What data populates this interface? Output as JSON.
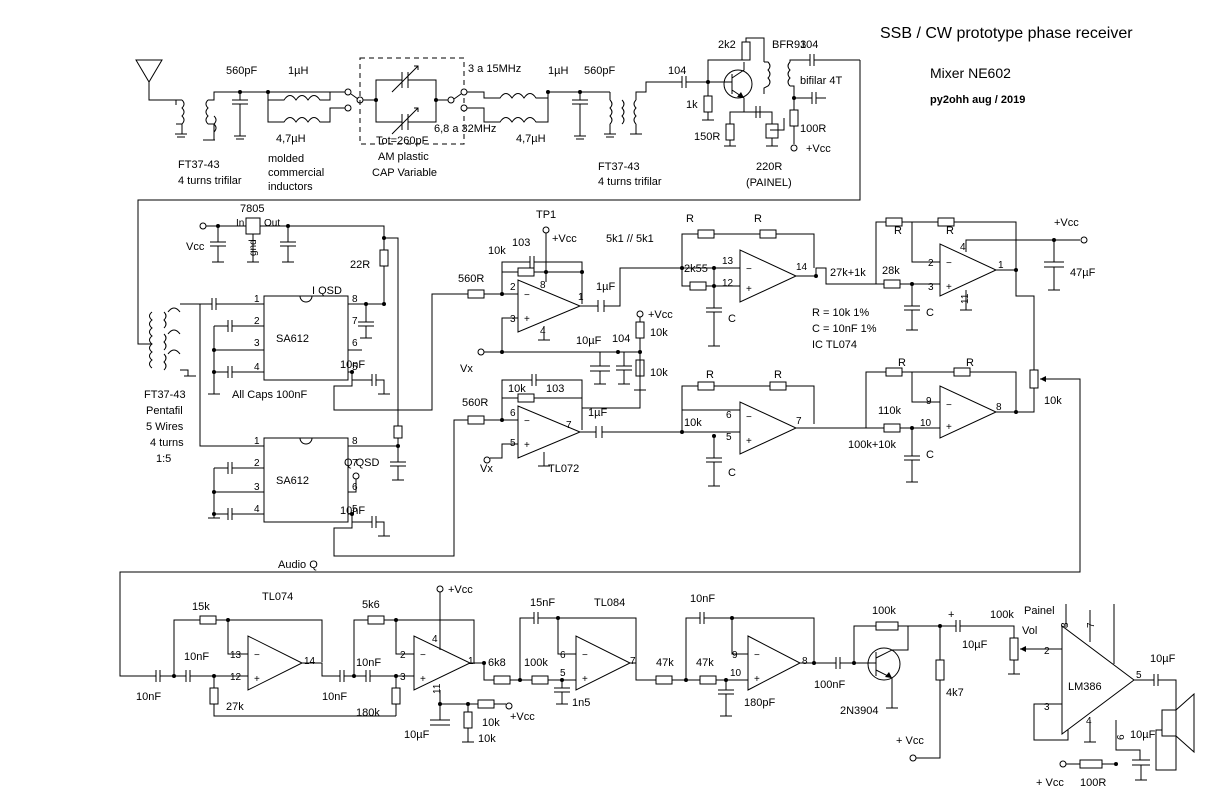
{
  "title": "SSB / CW prototype phase receiver",
  "subtitle": "Mixer NE602",
  "credit": "py2ohh aug / 2019",
  "labels": {
    "c_in_560": "560pF",
    "l_1uh_a": "1µH",
    "l_47_a": "4,7µH",
    "band_3_15": "3 a 15MHz",
    "l_1uh_b": "1µH",
    "c_560_b": "560pF",
    "c_104_a": "104",
    "r_2k2": "2k2",
    "bfr93": "BFR93",
    "c_104_b": "104",
    "bifilar": "bifilar 4T",
    "r_1k": "1k",
    "r_150": "150R",
    "r_100": "100R",
    "vcc_a": "+Vcc",
    "r_220": "220R",
    "painel_a": "(PAINEL)",
    "band_6_32": "6,8 a 32MHz",
    "l_47_b": "4,7µH",
    "tot_cap": "Tot=260pF",
    "am_plastic": "AM plastic",
    "cap_var": "CAP Variable",
    "ft_a1": "FT37-43",
    "ft_a2": "4 turns trifilar",
    "molded1": "molded",
    "molded2": "commercial",
    "molded3": "inductors",
    "ft_b1": "FT37-43",
    "ft_b2": "4 turns trifilar",
    "reg_7805": "7805",
    "reg_in": "In",
    "reg_out": "Out",
    "reg_gnd": "gnd",
    "vcc_b": "Vcc",
    "r_22": "22R",
    "i_qsd": "I QSD",
    "q_qsd": "Q QSD",
    "sa612_a": "SA612",
    "sa612_b": "SA612",
    "pin1a": "1",
    "pin2a": "2",
    "pin3a": "3",
    "pin4a": "4",
    "pin5a": "5",
    "pin6a": "6",
    "pin7a": "7",
    "pin8a": "8",
    "pin1b": "1",
    "pin2b": "2",
    "pin3b": "3",
    "pin4b": "4",
    "pin5b": "5",
    "pin6b": "6",
    "pin7b": "7",
    "pin8b": "8",
    "c_10nf_a": "10nF",
    "c_10nf_b": "10nF",
    "all_caps": "All Caps 100nF",
    "ft_c1": "FT37-43",
    "ft_c2": "Pentafil",
    "ft_c3": "5 Wires",
    "ft_c4": "4 turns",
    "ft_c5": "1:5",
    "audio_q": "Audio Q",
    "tp1": "TP1",
    "vcc_tp": "+Vcc",
    "r_10k_a": "10k",
    "c_103_a": "103",
    "r_560_a": "560R",
    "pin2_u1": "2",
    "pin3_u1": "3",
    "pin1_u1": "1",
    "pin8_u1": "8",
    "pin4_u1": "4",
    "c_1uf_a": "1µF",
    "c_10uf_a": "10µF",
    "c_104_c": "104",
    "vcc_c": "+Vcc",
    "r_10k_b": "10k",
    "r_10k_c": "10k",
    "vx_a": "Vx",
    "r_10k_d": "10k",
    "c_103_b": "103",
    "r_560_b": "560R",
    "pin6_u2": "6",
    "pin5_u2": "5",
    "pin7_u2": "7",
    "c_1uf_b": "1µF",
    "vx_b": "Vx",
    "tl072": "TL072",
    "r_5k1": "5k1 // 5k1",
    "r_a1": "R",
    "r_a2": "R",
    "r_2k55": "2k55",
    "pin13_a": "13",
    "pin12_a": "12",
    "pin14_a": "14",
    "c_a": "C",
    "r_b1": "R",
    "r_b2": "R",
    "r_10k_e": "10k",
    "pin6_b": "6",
    "pin5_b": "5",
    "pin7_b": "7",
    "c_b": "C",
    "rc_r": "R = 10k 1%",
    "rc_c": "C = 10nF 1%",
    "rc_ic": "IC TL074",
    "r_27k1k": "27k+1k",
    "r_c1": "R",
    "r_c2": "R",
    "r_28k": "28k",
    "pin2_c": "2",
    "pin3_c": "3",
    "pin1_c": "1",
    "pin4_c": "4",
    "pin11_c": "11",
    "c_c": "C",
    "vcc_d": "+Vcc",
    "c_47uf": "47µF",
    "r_d1": "R",
    "r_d2": "R",
    "r_110k": "110k",
    "pin9_d": "9",
    "pin10_d": "10",
    "pin8_d": "8",
    "r_100k10k": "100k+10k",
    "c_d": "C",
    "pot_10k": "10k",
    "tl074_b": "TL074",
    "r_15k": "15k",
    "c_10nf_c": "10nF",
    "c_10nf_d": "10nF",
    "r_27k": "27k",
    "pin13_e": "13",
    "pin12_e": "12",
    "pin14_e": "14",
    "r_5k6": "5k6",
    "c_10nf_e": "10nF",
    "c_10nf_f": "10nF",
    "r_180k": "180k",
    "pin2_f": "2",
    "pin3_f": "3",
    "pin1_f": "1",
    "pin4_f": "4",
    "pin11_f": "11",
    "vcc_e": "+Vcc",
    "c_10uf_b": "10µF",
    "r_10k_f": "10k",
    "r_10k_g": "10k",
    "vcc_f": "+Vcc",
    "r_6k8": "6k8",
    "c_15nf": "15nF",
    "tl084": "TL084",
    "r_100k_a": "100k",
    "pin6_g": "6",
    "pin5_g": "5",
    "pin7_g": "7",
    "c_1n5": "1n5",
    "c_10nf_g": "10nF",
    "r_47k_a": "47k",
    "r_47k_b": "47k",
    "pin9_h": "9",
    "pin10_h": "10",
    "pin8_h": "8",
    "c_180pf": "180pF",
    "c_100nf": "100nF",
    "r_100k_b": "100k",
    "q_2n3904": "2N3904",
    "r_4k7": "4k7",
    "vcc_g": "+ Vcc",
    "plus_a": "+",
    "c_10uf_c": "10µF",
    "r_100k_vol1": "100k",
    "painel_b": "Painel",
    "vol": "Vol",
    "lm386": "LM386",
    "pin8_lm": "8",
    "pin7_lm": "7",
    "pin2_lm": "2",
    "pin3_lm": "3",
    "pin5_lm": "5",
    "pin4_lm": "4",
    "pin6_lm": "6",
    "c_10uf_d": "10µF",
    "c_10uf_e": "10µF",
    "vcc_h": "+ Vcc",
    "r_100r_b": "100R"
  }
}
